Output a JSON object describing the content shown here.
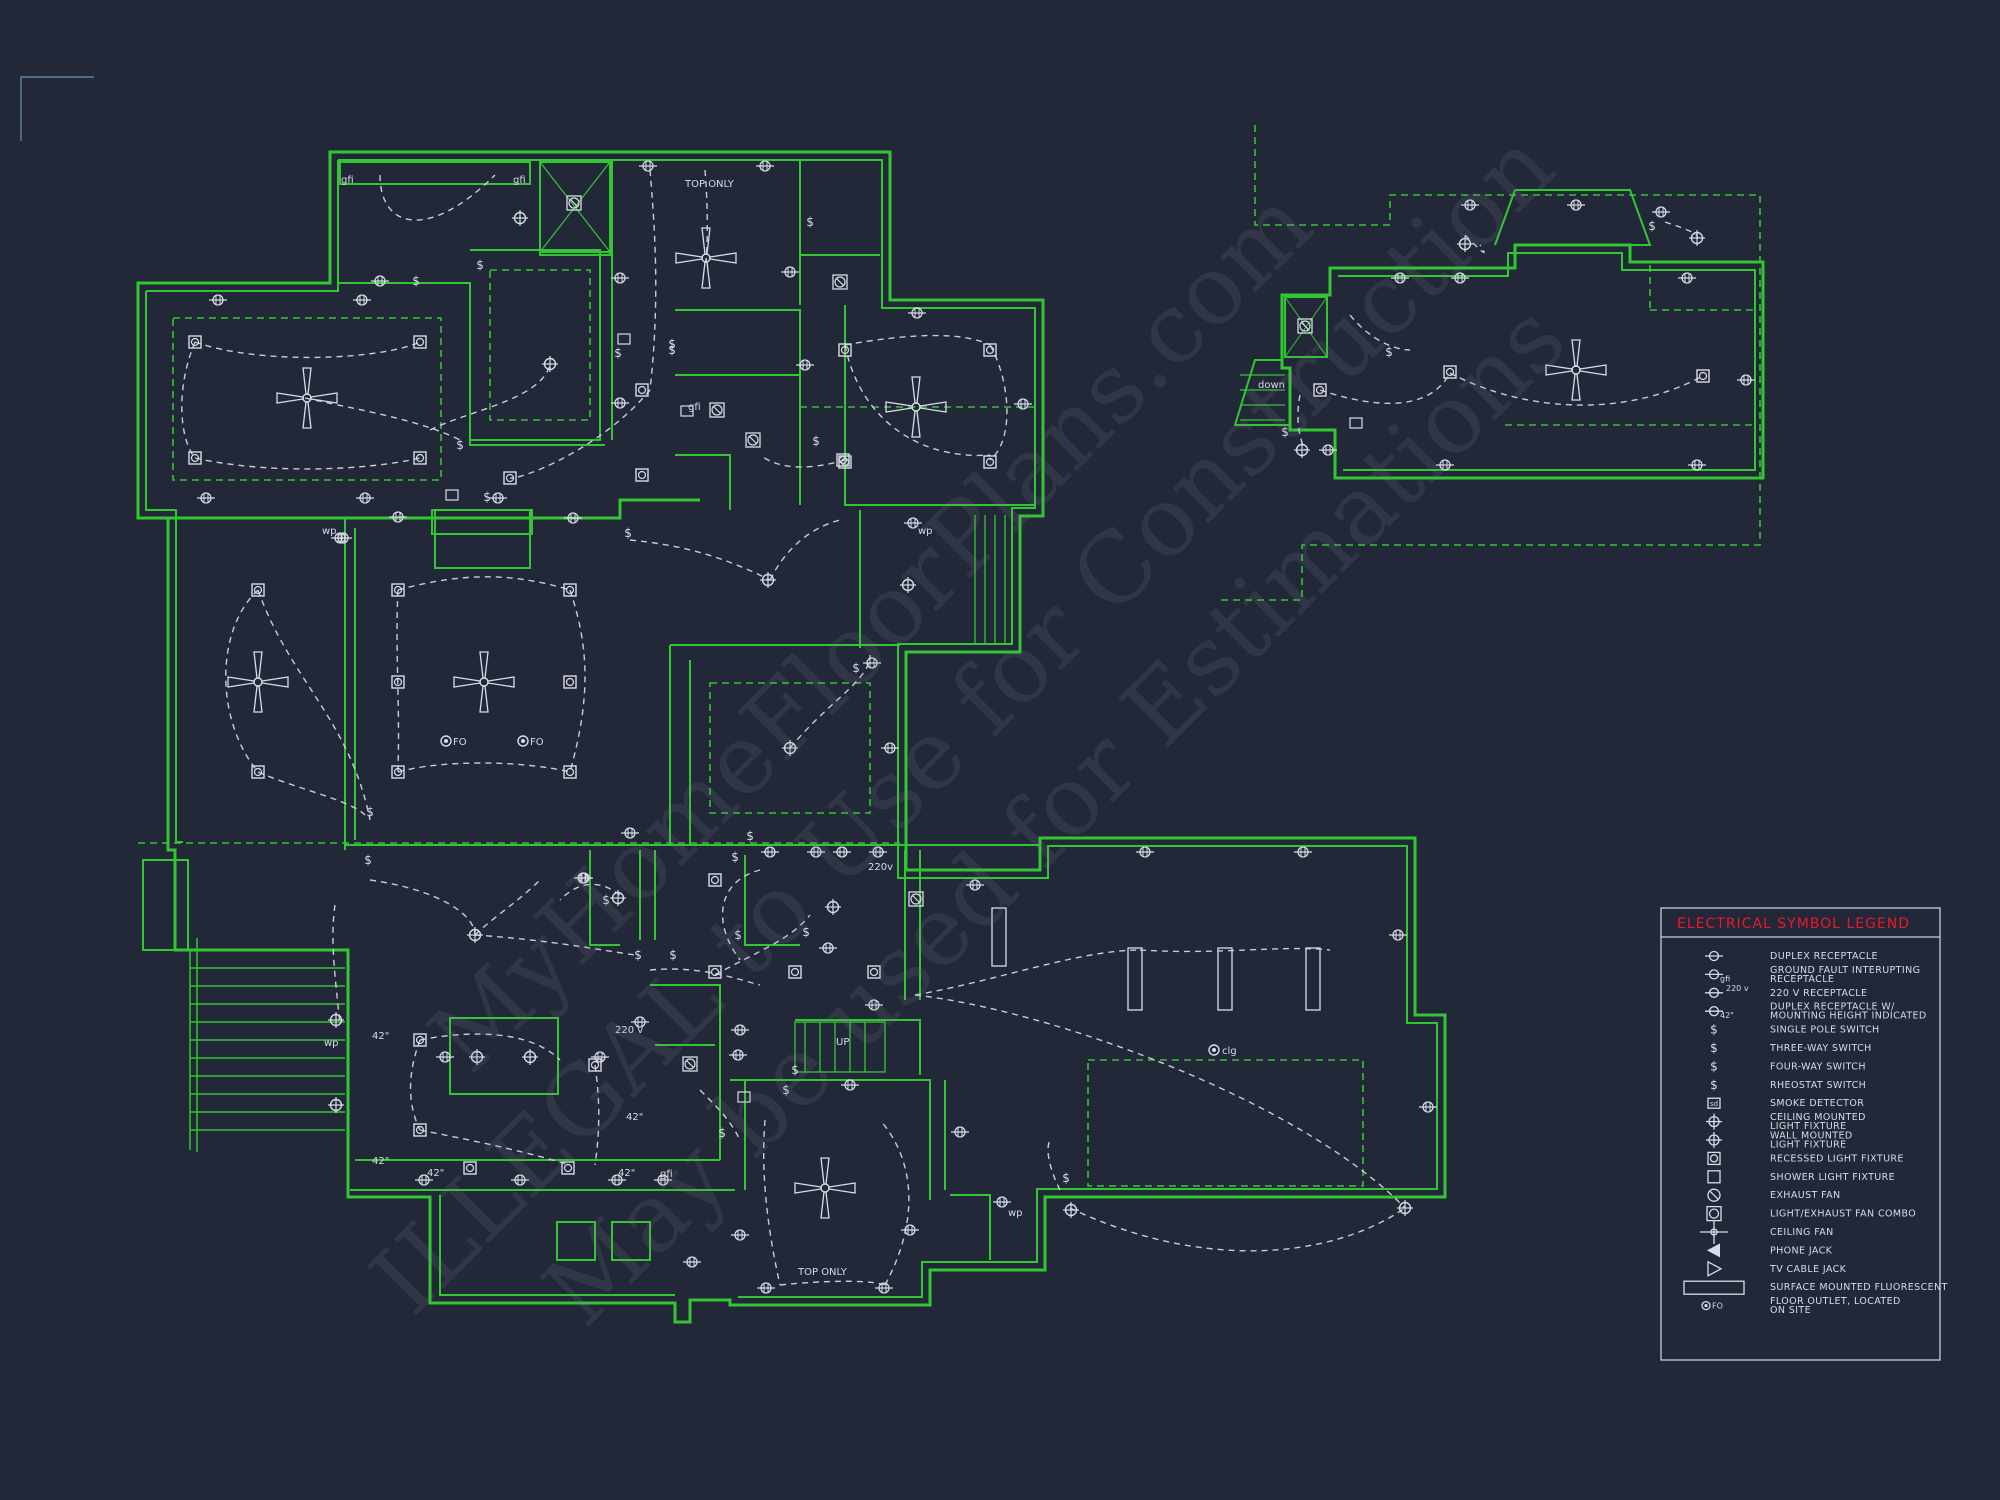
{
  "drawing": {
    "colors": {
      "background": "#232838",
      "walls": "#33c633",
      "symbols": "#d8dce6",
      "legend_title": "#e8182c"
    },
    "annotations": {
      "top_only_1": "TOP ONLY",
      "top_only_2": "TOP ONLY",
      "fo_1": "FO",
      "fo_2": "FO",
      "clg": "clg",
      "up": "UP",
      "down": "down",
      "v220_1": "220v",
      "v220_2": "220 v",
      "gfi_1": "gfi",
      "gfi_2": "gfi",
      "gfi_3": "gfi",
      "gfi_4": "gfi",
      "wp_1": "wp",
      "wp_2": "wp",
      "wp_3": "wp",
      "wp_4": "wp",
      "h42_1": "42\"",
      "h42_2": "42\"",
      "h42_3": "42\"",
      "h42_4": "42\"",
      "h42_5": "42\""
    },
    "watermark": {
      "line1": "MyHomeFloorPlans.com",
      "line2": "ILLEGAL to Use for Construction",
      "line3": "May be used for Estimations"
    }
  },
  "legend": {
    "title": "ELECTRICAL SYMBOL LEGEND",
    "items": [
      {
        "icon": "duplex-receptacle",
        "lines": [
          "DUPLEX RECEPTACLE"
        ]
      },
      {
        "icon": "gfi-receptacle",
        "lines": [
          "GROUND FAULT INTERUPTING",
          "RECEPTACLE"
        ],
        "tag": "gfi"
      },
      {
        "icon": "220v-receptacle",
        "lines": [
          "220 V RECEPTACLE"
        ],
        "tag": "220 v"
      },
      {
        "icon": "height-receptacle",
        "lines": [
          "DUPLEX RECEPTACLE W/",
          "MOUNTING HEIGHT INDICATED"
        ],
        "tag": "42\""
      },
      {
        "icon": "single-pole-switch",
        "lines": [
          "SINGLE POLE SWITCH"
        ]
      },
      {
        "icon": "three-way-switch",
        "lines": [
          "THREE-WAY SWITCH"
        ]
      },
      {
        "icon": "four-way-switch",
        "lines": [
          "FOUR-WAY SWITCH"
        ]
      },
      {
        "icon": "rheostat-switch",
        "lines": [
          "RHEOSTAT SWITCH"
        ]
      },
      {
        "icon": "smoke-detector",
        "lines": [
          "SMOKE DETECTOR"
        ],
        "tag": "sd"
      },
      {
        "icon": "ceiling-light",
        "lines": [
          "CEILING MOUNTED",
          "LIGHT FIXTURE"
        ]
      },
      {
        "icon": "wall-light",
        "lines": [
          "WALL MOUNTED",
          "LIGHT FIXTURE"
        ]
      },
      {
        "icon": "recessed-light",
        "lines": [
          "RECESSED LIGHT FIXTURE"
        ]
      },
      {
        "icon": "shower-light",
        "lines": [
          "SHOWER LIGHT FIXTURE"
        ]
      },
      {
        "icon": "exhaust-fan",
        "lines": [
          "EXHAUST FAN"
        ]
      },
      {
        "icon": "light-exhaust-combo",
        "lines": [
          "LIGHT/EXHAUST FAN COMBO"
        ]
      },
      {
        "icon": "ceiling-fan",
        "lines": [
          "CEILING FAN"
        ]
      },
      {
        "icon": "phone-jack",
        "lines": [
          "PHONE JACK"
        ]
      },
      {
        "icon": "tv-cable-jack",
        "lines": [
          "TV CABLE JACK"
        ]
      },
      {
        "icon": "surface-fluorescent",
        "lines": [
          "SURFACE MOUNTED FLUORESCENT"
        ]
      },
      {
        "icon": "floor-outlet",
        "lines": [
          "FLOOR OUTLET, LOCATED",
          "ON SITE"
        ],
        "tag": "FO"
      }
    ]
  }
}
